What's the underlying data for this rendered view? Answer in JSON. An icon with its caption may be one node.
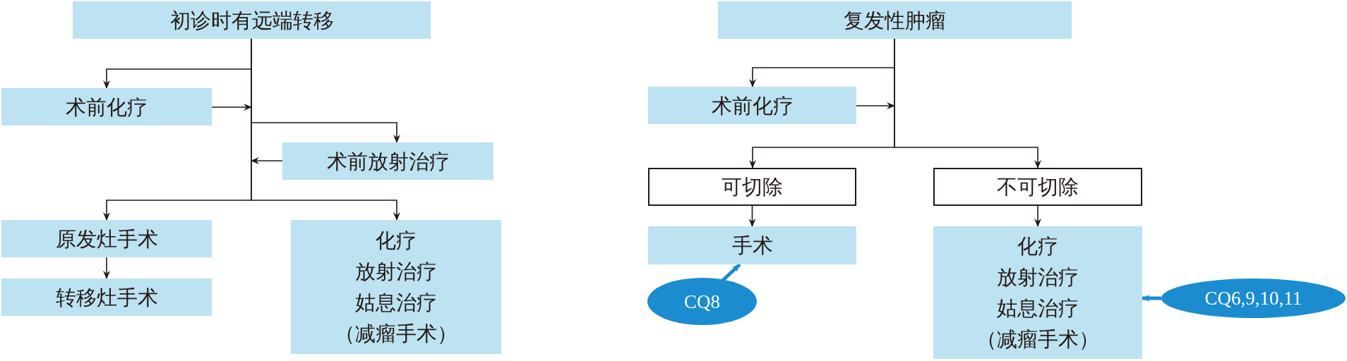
{
  "diagram": {
    "nodes": [
      {
        "text": [
          "初诊时有远端转移"
        ]
      },
      {
        "text": [
          "术前化疗"
        ]
      },
      {
        "text": [
          "术前放射治疗"
        ]
      },
      {
        "text": [
          "原发灶手术"
        ]
      },
      {
        "text": [
          "转移灶手术"
        ]
      },
      {
        "text": [
          "化疗",
          "放射治疗",
          "姑息治疗",
          "（减瘤手术）"
        ]
      },
      {
        "text": [
          "复发性肿瘤"
        ]
      },
      {
        "text": [
          "术前化疗"
        ]
      },
      {
        "text": [
          "可切除"
        ]
      },
      {
        "text": [
          "不可切除"
        ]
      },
      {
        "text": [
          "手术"
        ]
      },
      {
        "text": [
          "CQ8"
        ]
      },
      {
        "text": [
          "化疗",
          "放射治疗",
          "姑息治疗",
          "（减瘤手术）"
        ]
      },
      {
        "text": [
          "CQ6,9,10,11"
        ]
      }
    ],
    "edges": [
      {
        "from": 0,
        "to": 1,
        "arrow": "to"
      },
      {
        "from": 1,
        "to": null,
        "arrow": "to"
      },
      {
        "from": 0,
        "to": 2,
        "arrow": "to"
      },
      {
        "from": 2,
        "to": null,
        "arrow": "to"
      },
      {
        "from": 0,
        "to": 3,
        "arrow": "to"
      },
      {
        "from": 0,
        "to": 5,
        "arrow": "to"
      },
      {
        "from": 3,
        "to": 4,
        "arrow": "to"
      },
      {
        "from": 6,
        "to": 7,
        "arrow": "to"
      },
      {
        "from": 7,
        "to": null,
        "arrow": "to"
      },
      {
        "from": 6,
        "to": 8,
        "arrow": "to"
      },
      {
        "from": 6,
        "to": 9,
        "arrow": "to"
      },
      {
        "from": 8,
        "to": 10,
        "arrow": "to"
      },
      {
        "from": 9,
        "to": 12,
        "arrow": "to"
      },
      {
        "from": 11,
        "to": 10,
        "arrow": "to",
        "color": "#1a8ccf",
        "style": "thick"
      },
      {
        "from": 13,
        "to": 12,
        "arrow": "to",
        "color": "#1a8ccf",
        "style": "thick"
      }
    ]
  }
}
